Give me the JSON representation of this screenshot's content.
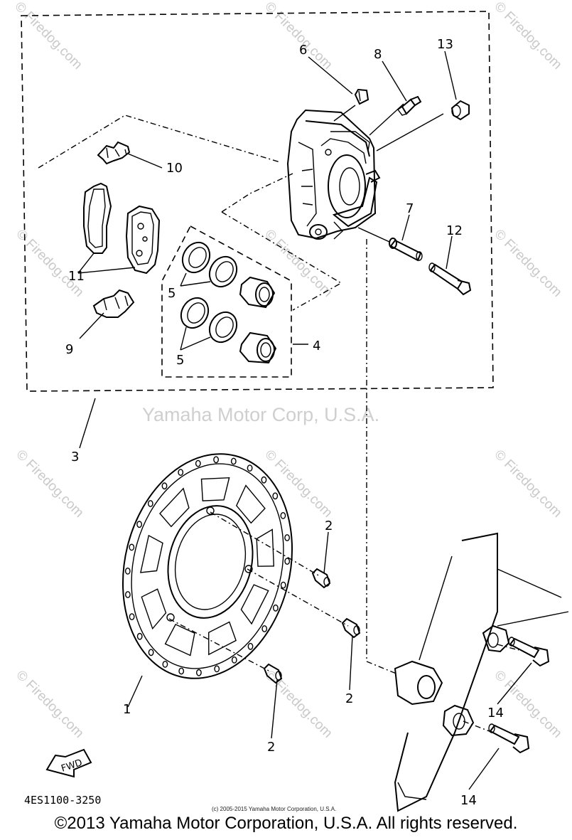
{
  "callouts": {
    "c1": "1",
    "c2a": "2",
    "c2b": "2",
    "c2c": "2",
    "c3": "3",
    "c4": "4",
    "c5a": "5",
    "c5b": "5",
    "c6": "6",
    "c7": "7",
    "c8": "8",
    "c9": "9",
    "c10": "10",
    "c11": "11",
    "c12": "12",
    "c13": "13",
    "c14a": "14",
    "c14b": "14"
  },
  "fwd_label": "FWD",
  "diagram_code": "4ES1100-3250",
  "small_copyright": "(c) 2005-2015 Yamaha Motor Corporation, U.S.A.",
  "center_watermark": "Yamaha Motor Corp, U.S.A.",
  "watermark": "© Firedog.com",
  "footer_copyright": "©2013 Yamaha Motor Corporation, U.S.A. All rights reserved."
}
